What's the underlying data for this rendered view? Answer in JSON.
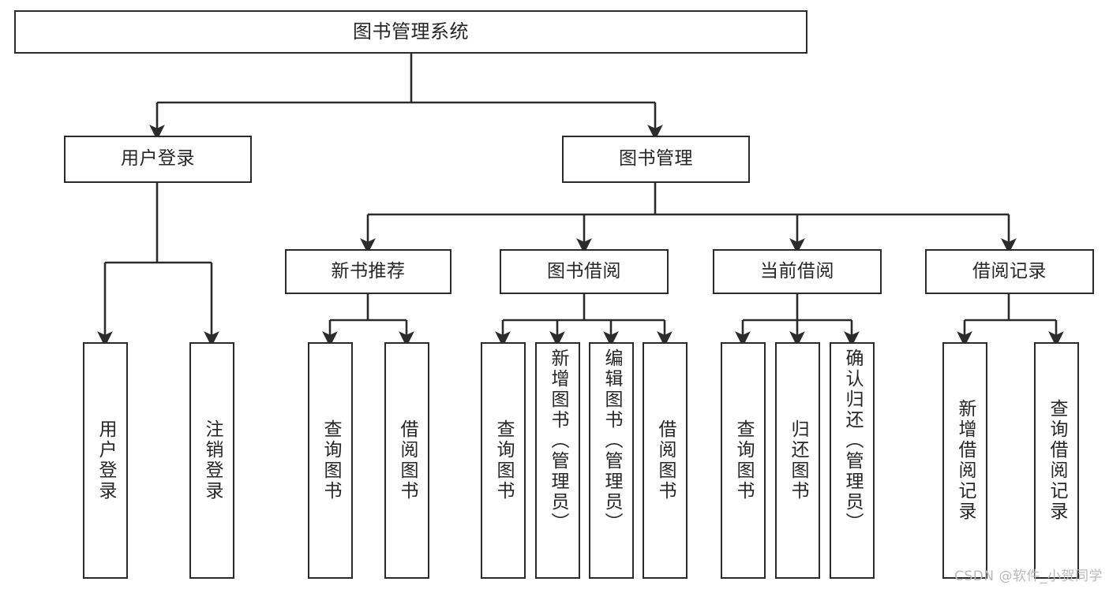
{
  "diagram": {
    "title": "图书管理系统",
    "type": "tree-hierarchy",
    "stroke_color": "#2b2b2b",
    "text_color": "#262626",
    "background_color": "#ffffff",
    "root": {
      "label": "图书管理系统"
    },
    "level2": [
      {
        "label": "用户登录"
      },
      {
        "label": "图书管理"
      }
    ],
    "level3": [
      {
        "label": "新书推荐"
      },
      {
        "label": "图书借阅"
      },
      {
        "label": "当前借阅"
      },
      {
        "label": "借阅记录"
      }
    ],
    "leaves": {
      "user_login": [
        {
          "label": "用户登录"
        },
        {
          "label": "注销登录"
        }
      ],
      "new_book_recommend": [
        {
          "label": "查询图书"
        },
        {
          "label": "借阅图书"
        }
      ],
      "book_borrow": [
        {
          "label": "查询图书"
        },
        {
          "label": "新增图书（管理员）"
        },
        {
          "label": "编辑图书（管理员）"
        },
        {
          "label": "借阅图书"
        }
      ],
      "current_borrow": [
        {
          "label": "查询图书"
        },
        {
          "label": "归还图书"
        },
        {
          "label": "确认归还（管理员）"
        }
      ],
      "borrow_record": [
        {
          "label": "新增借阅记录"
        },
        {
          "label": "查询借阅记录"
        }
      ]
    }
  },
  "watermark": {
    "text": "CSDN @软件_小贺同学"
  }
}
